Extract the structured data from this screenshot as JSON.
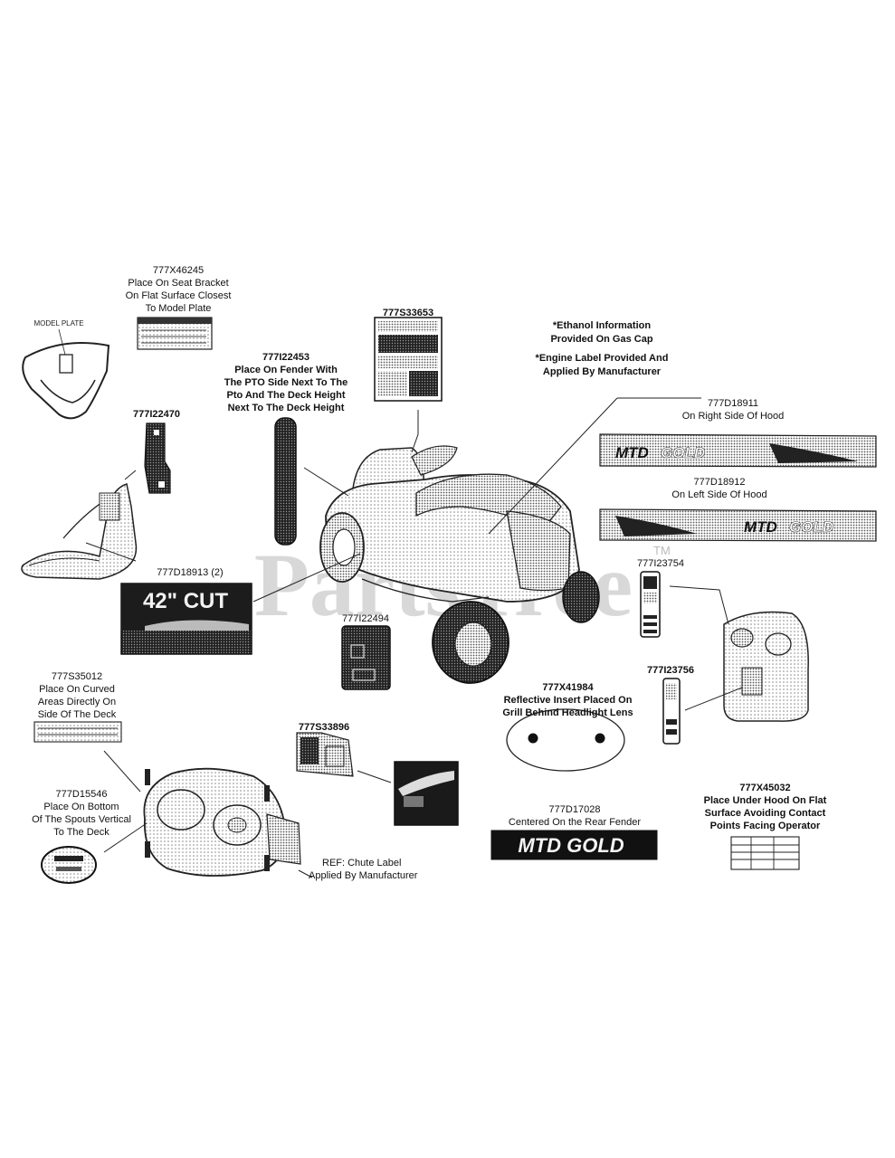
{
  "watermark": "PartsTree",
  "watermark_tm": "TM",
  "parts": {
    "p777X46245": {
      "number": "777X46245",
      "lines": [
        "Place On Seat Bracket",
        "On Flat Surface Closest",
        "To Model Plate"
      ]
    },
    "model_plate_label": "MODEL PLATE",
    "p777S33653": {
      "number": "777S33653"
    },
    "ethanol_note": [
      "*Ethanol Information",
      "Provided On Gas Cap"
    ],
    "engine_note": [
      "*Engine Label Provided And",
      "Applied By Manufacturer"
    ],
    "p777I22453": {
      "number": "777I22453",
      "lines": [
        "Place On Fender With",
        "The PTO Side Next To The",
        "Pto And The Deck Height",
        "Next To The Deck Height"
      ]
    },
    "p777I22470": {
      "number": "777I22470"
    },
    "p777D18911": {
      "number": "777D18911",
      "lines": [
        "On Right Side Of Hood"
      ]
    },
    "p777D18912": {
      "number": "777D18912",
      "lines": [
        "On Left Side Of Hood"
      ]
    },
    "p777D18913": {
      "number": "777D18913 (2)",
      "decal_text": "42\" CUT"
    },
    "p777I22494": {
      "number": "777I22494"
    },
    "p777I23754": {
      "number": "777I23754"
    },
    "p777I23756": {
      "number": "777I23756"
    },
    "p777S35012": {
      "number": "777S35012",
      "lines": [
        "Place On Curved",
        "Areas Directly On",
        "Side Of The Deck"
      ]
    },
    "p777X41984": {
      "number": "777X41984",
      "lines": [
        "Reflective Insert Placed On",
        "Grill Behind Headlight Lens"
      ]
    },
    "p777S33896": {
      "number": "777S33896"
    },
    "p777D15546": {
      "number": "777D15546",
      "lines": [
        "Place On Bottom",
        "Of The Spouts Vertical",
        "To The Deck"
      ]
    },
    "ref_chute": [
      "REF: Chute Label",
      "Applied By Manufacturer"
    ],
    "p777D17028": {
      "number": "777D17028",
      "lines": [
        "Centered On the Rear Fender"
      ]
    },
    "p777X45032": {
      "number": "777X45032",
      "lines": [
        "Place Under Hood On Flat",
        "Surface Avoiding Contact",
        "Points Facing Operator"
      ]
    }
  },
  "decals": {
    "mtd": "MTD",
    "gold": "GOLD",
    "mtd_gold": "MTD GOLD"
  },
  "colors": {
    "ink": "#111111",
    "halftone": "#6a6a6a",
    "dark": "#1e1e1e",
    "watermark": "#d4d4d4"
  }
}
